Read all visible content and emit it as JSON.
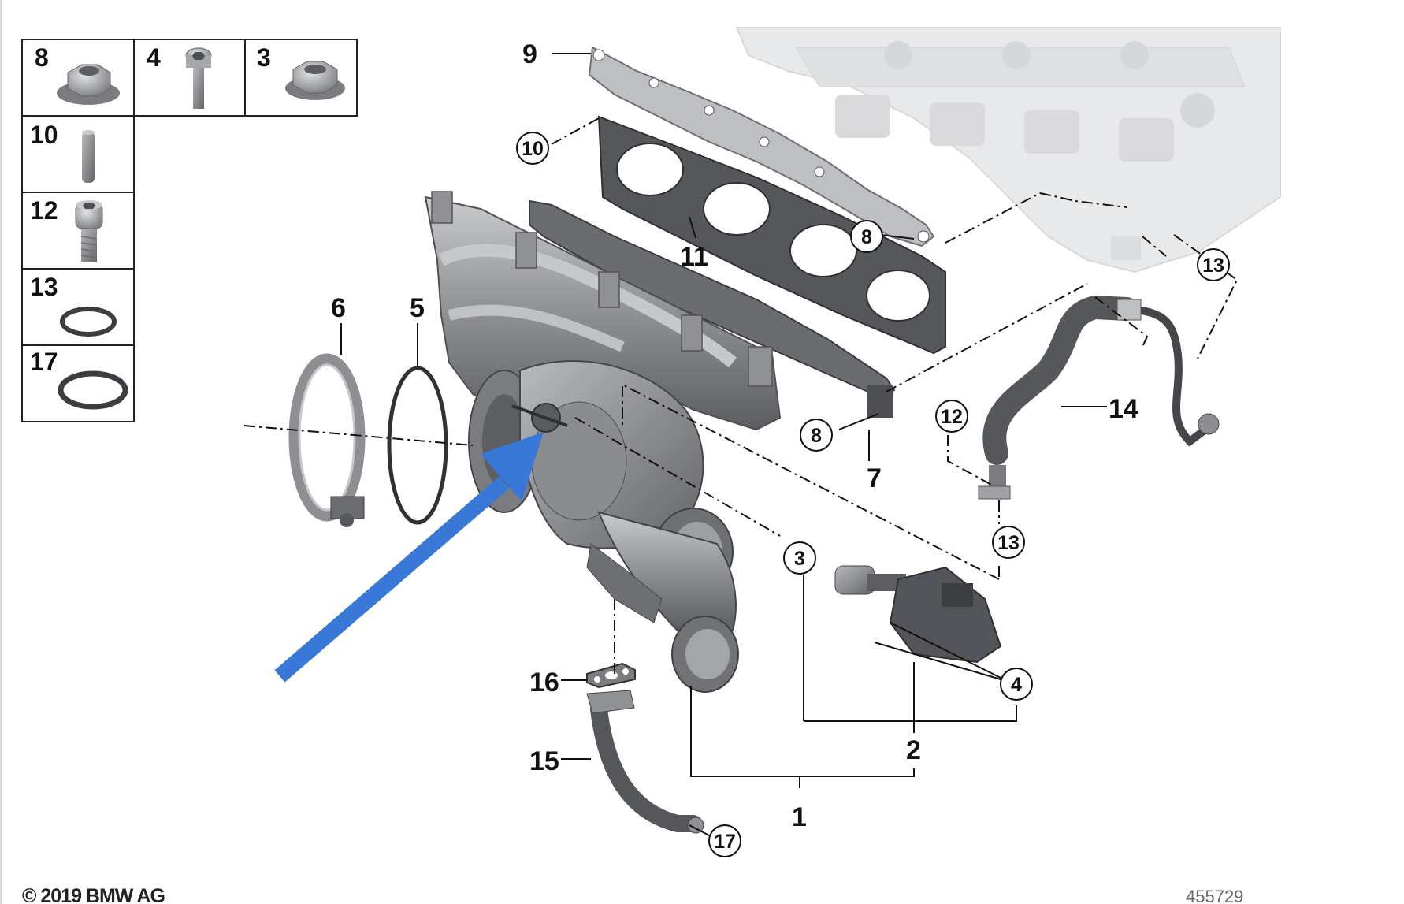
{
  "parts_table": {
    "cells": [
      {
        "label": "8",
        "icon": "flange-nut-icon"
      },
      {
        "label": "4",
        "icon": "hex-socket-screw-icon"
      },
      {
        "label": "3",
        "icon": "flange-nut-icon"
      },
      {
        "label": "10",
        "icon": "dowel-pin-icon"
      },
      {
        "label": "12",
        "icon": "socket-head-bolt-icon"
      },
      {
        "label": "13",
        "icon": "o-ring-small-icon"
      },
      {
        "label": "17",
        "icon": "o-ring-large-icon"
      }
    ]
  },
  "callouts": {
    "c1": "1",
    "c2": "2",
    "c5": "5",
    "c6": "6",
    "c7": "7",
    "c9": "9",
    "c11": "11",
    "c14": "14",
    "c15": "15",
    "c16": "16"
  },
  "circled": {
    "r3": "3",
    "r4": "4",
    "r8a": "8",
    "r8b": "8",
    "r10": "10",
    "r12": "12",
    "r13a": "13",
    "r13b": "13",
    "r17": "17"
  },
  "footer": {
    "copyright": "© 2019 BMW AG",
    "diagram_id": "455729"
  },
  "colors": {
    "arrow": "#3a78d8",
    "metal": "#8e9094",
    "metal_dark": "#5b5d61",
    "gasket": "#4a4c50",
    "engine_ghost": "#e2e3e4"
  }
}
